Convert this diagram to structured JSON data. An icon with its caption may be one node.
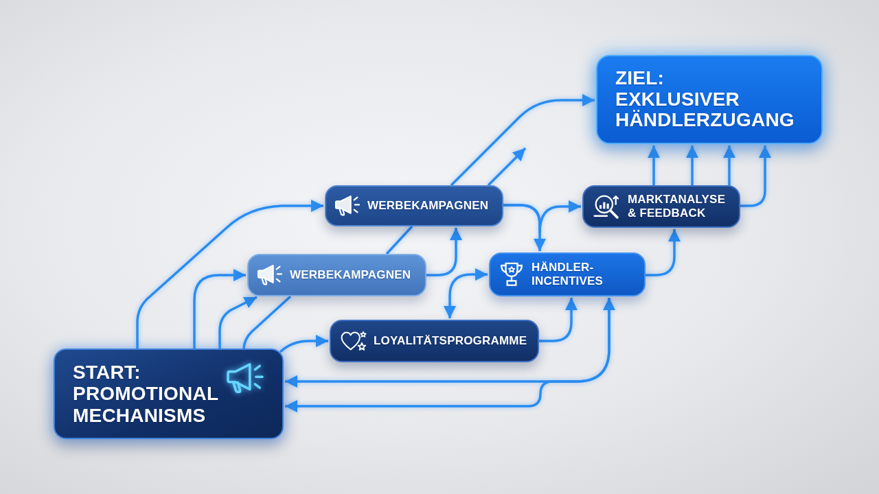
{
  "diagram": {
    "nodes": [
      {
        "text": [
          "START: PROMOTIONAL MECHANISMS"
        ]
      },
      {
        "text": [
          "WERBEKAMPAGNEN"
        ]
      },
      {
        "text": [
          "WERBEKAMPAGNEN"
        ]
      },
      {
        "text": [
          "HÄNDLER-INCENTIVES"
        ]
      },
      {
        "text": [
          "LOYALITÄTSPROGRAMME"
        ]
      },
      {
        "text": [
          "MARKTANALYSE & FEEDBACK"
        ]
      },
      {
        "text": [
          "ZIEL: EXKLUSIVER HÄNDLERZUGANG"
        ]
      }
    ],
    "edges": [
      {
        "from": 0,
        "to": 1,
        "arrow": "to"
      },
      {
        "from": 0,
        "to": 2,
        "arrow": "to"
      },
      {
        "from": 0,
        "to": 2,
        "arrow": "to"
      },
      {
        "from": 0,
        "to": 2,
        "arrow": "none"
      },
      {
        "from": 2,
        "to": 1,
        "arrow": "none"
      },
      {
        "from": 1,
        "to": 6,
        "arrow": "to"
      },
      {
        "from": 1,
        "to": null,
        "arrow": "to"
      },
      {
        "from": 2,
        "to": 1,
        "arrow": "to"
      },
      {
        "from": 1,
        "to": 3,
        "arrow": "to"
      },
      {
        "from": 1,
        "to": 5,
        "arrow": "to"
      },
      {
        "from": 4,
        "to": 3,
        "arrow": "both"
      },
      {
        "from": 0,
        "to": 4,
        "arrow": "to"
      },
      {
        "from": 4,
        "to": 3,
        "arrow": "to"
      },
      {
        "from": 0,
        "to": 3,
        "arrow": "both"
      },
      {
        "from": 3,
        "to": 0,
        "arrow": "to"
      },
      {
        "from": 5,
        "to": 6,
        "arrow": "to"
      },
      {
        "from": 5,
        "to": 6,
        "arrow": "to"
      },
      {
        "from": 5,
        "to": 6,
        "arrow": "to"
      },
      {
        "from": 5,
        "to": 6,
        "arrow": "to"
      },
      {
        "from": 3,
        "to": 5,
        "arrow": "to"
      }
    ]
  }
}
